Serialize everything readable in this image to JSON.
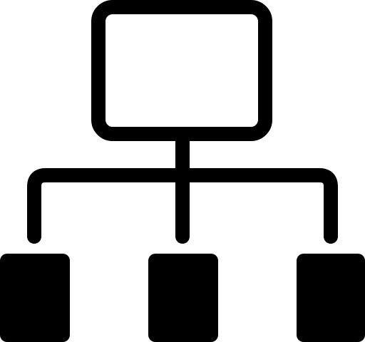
{
  "icon": {
    "name": "hierarchy-sitemap-icon",
    "color": "#000000",
    "background": "#ffffff",
    "parent_node": {
      "style": "outlined"
    },
    "child_nodes": [
      {
        "style": "filled"
      },
      {
        "style": "filled"
      },
      {
        "style": "filled"
      }
    ]
  }
}
